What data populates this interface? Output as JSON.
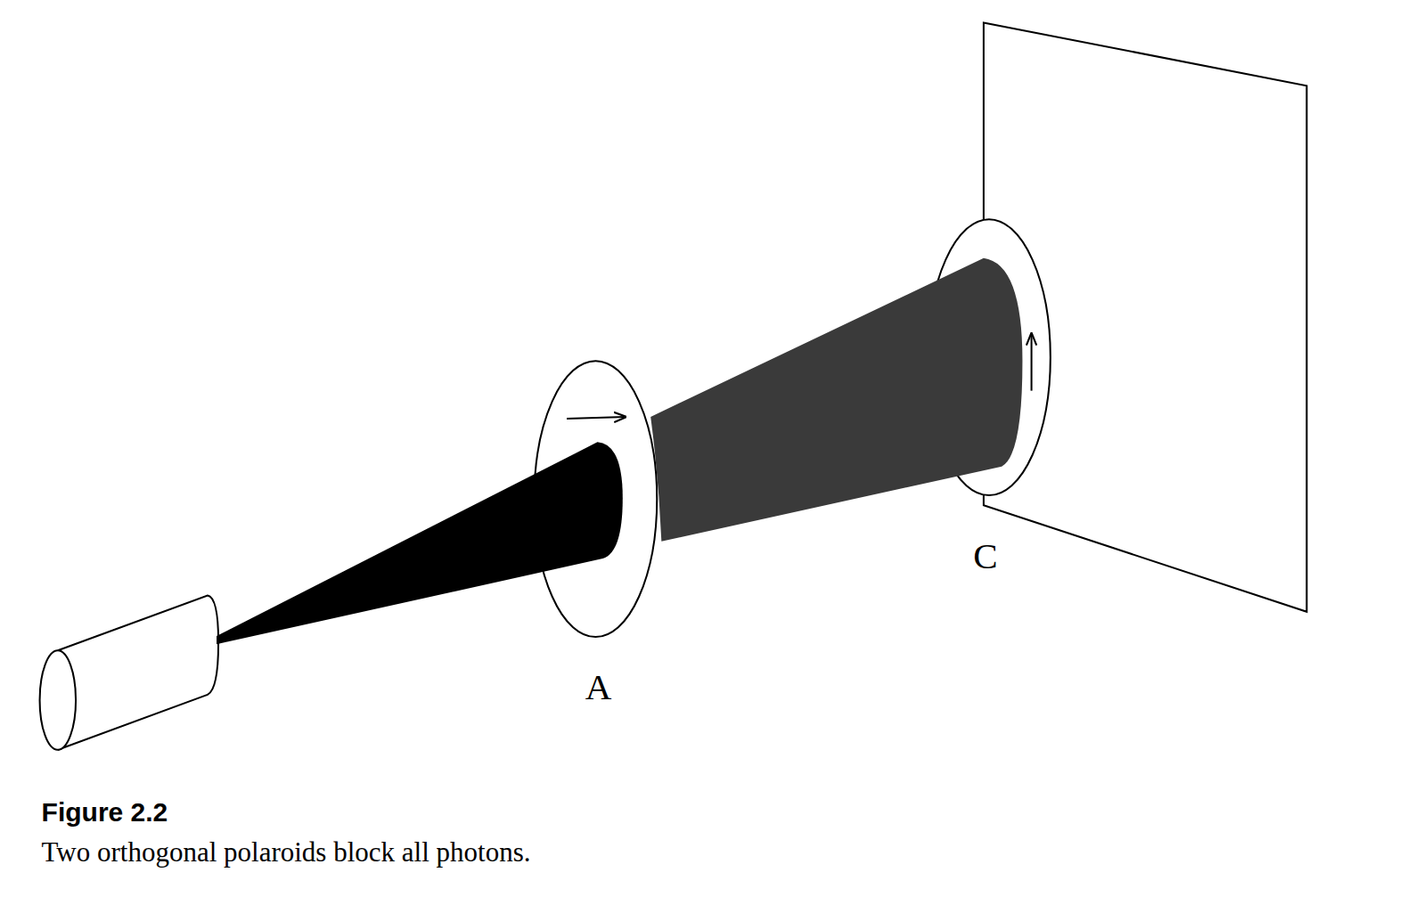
{
  "diagram": {
    "title": "Figure 2.2",
    "caption": "Two orthogonal polaroids block all photons.",
    "labels": [
      "A",
      "C"
    ]
  }
}
